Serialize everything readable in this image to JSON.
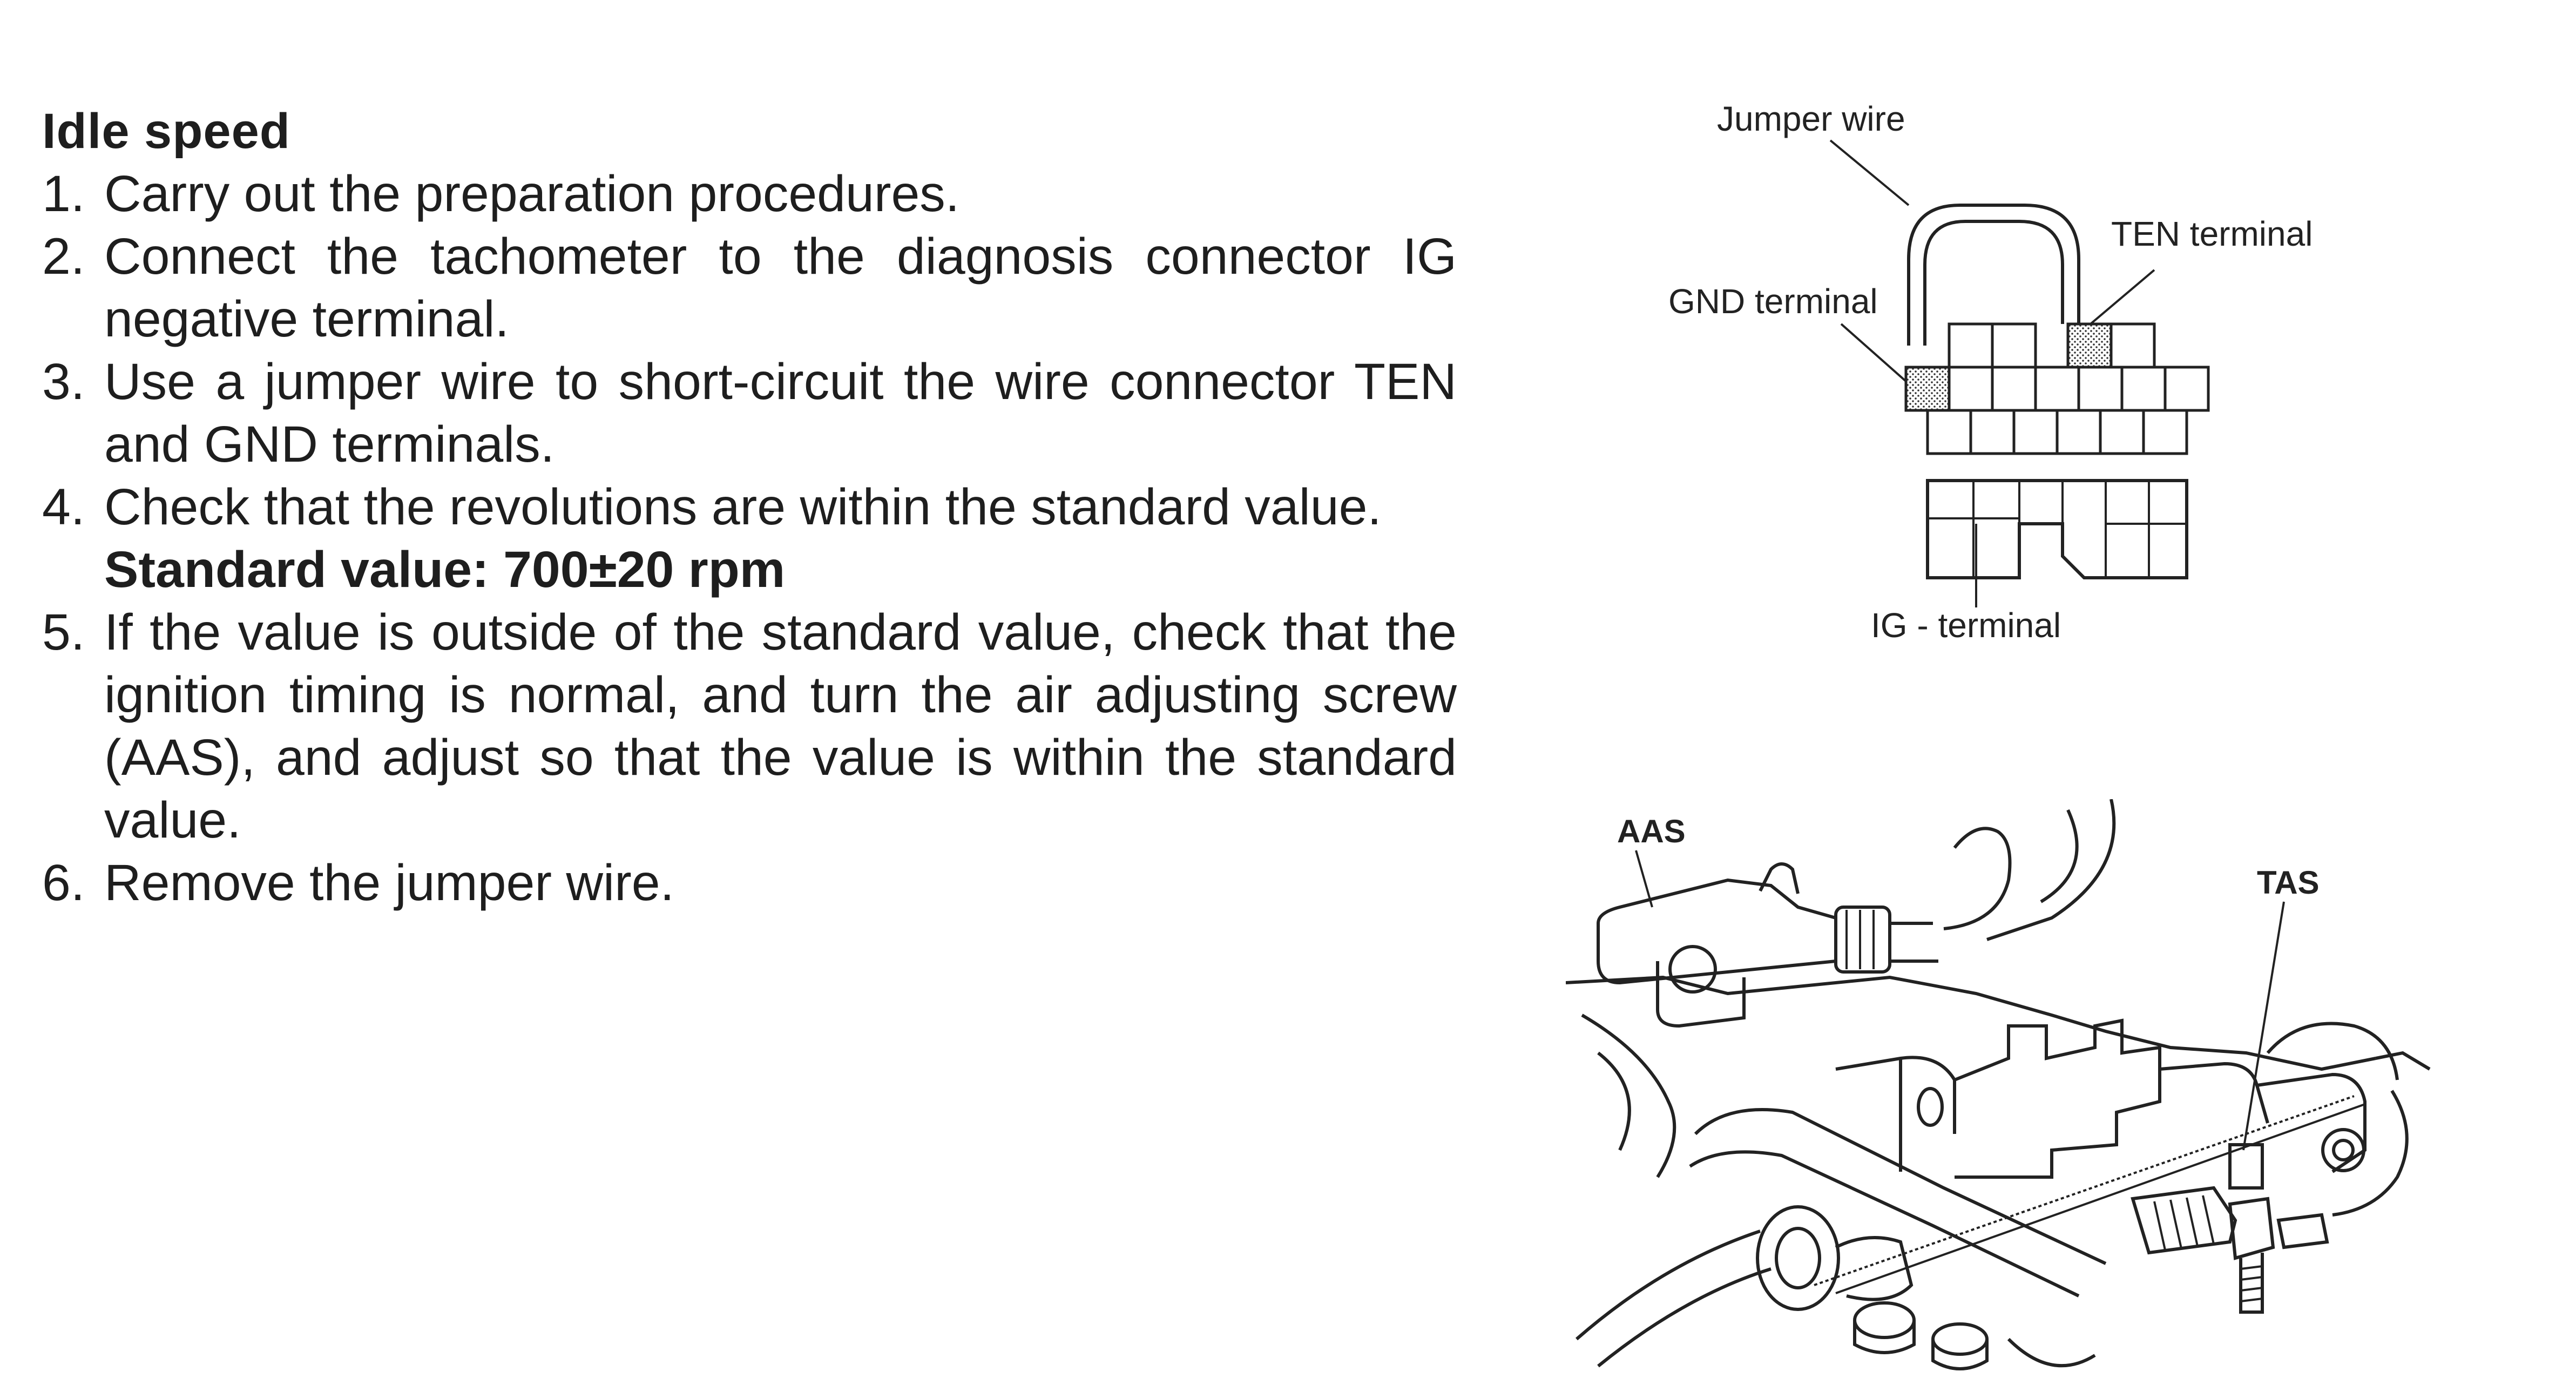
{
  "section": {
    "heading": "Idle speed",
    "steps": [
      {
        "num": "1.",
        "text": "Carry out the preparation procedures."
      },
      {
        "num": "2.",
        "text": "Connect the tachometer to the diagnosis connector IG negative terminal."
      },
      {
        "num": "3.",
        "text": "Use a jumper wire to short-circuit the wire connector TEN and GND terminals."
      },
      {
        "num": "4.",
        "text": "Check that the revolutions are within the standard value.",
        "standard": "Standard value: 700±20 rpm"
      },
      {
        "num": "5.",
        "text": "If the value is outside of the standard value, check that the ignition timing is normal, and turn the air adjusting screw (AAS), and adjust so that the value is within the standard value."
      },
      {
        "num": "6.",
        "text": "Remove the jumper wire."
      }
    ]
  },
  "figure_connector": {
    "jumper_label": "Jumper wire",
    "ten_label": "TEN terminal",
    "gnd_label": "GND terminal",
    "ig_label": "IG - terminal"
  },
  "figure_engine": {
    "aas_label": "AAS",
    "tas_label": "TAS"
  }
}
